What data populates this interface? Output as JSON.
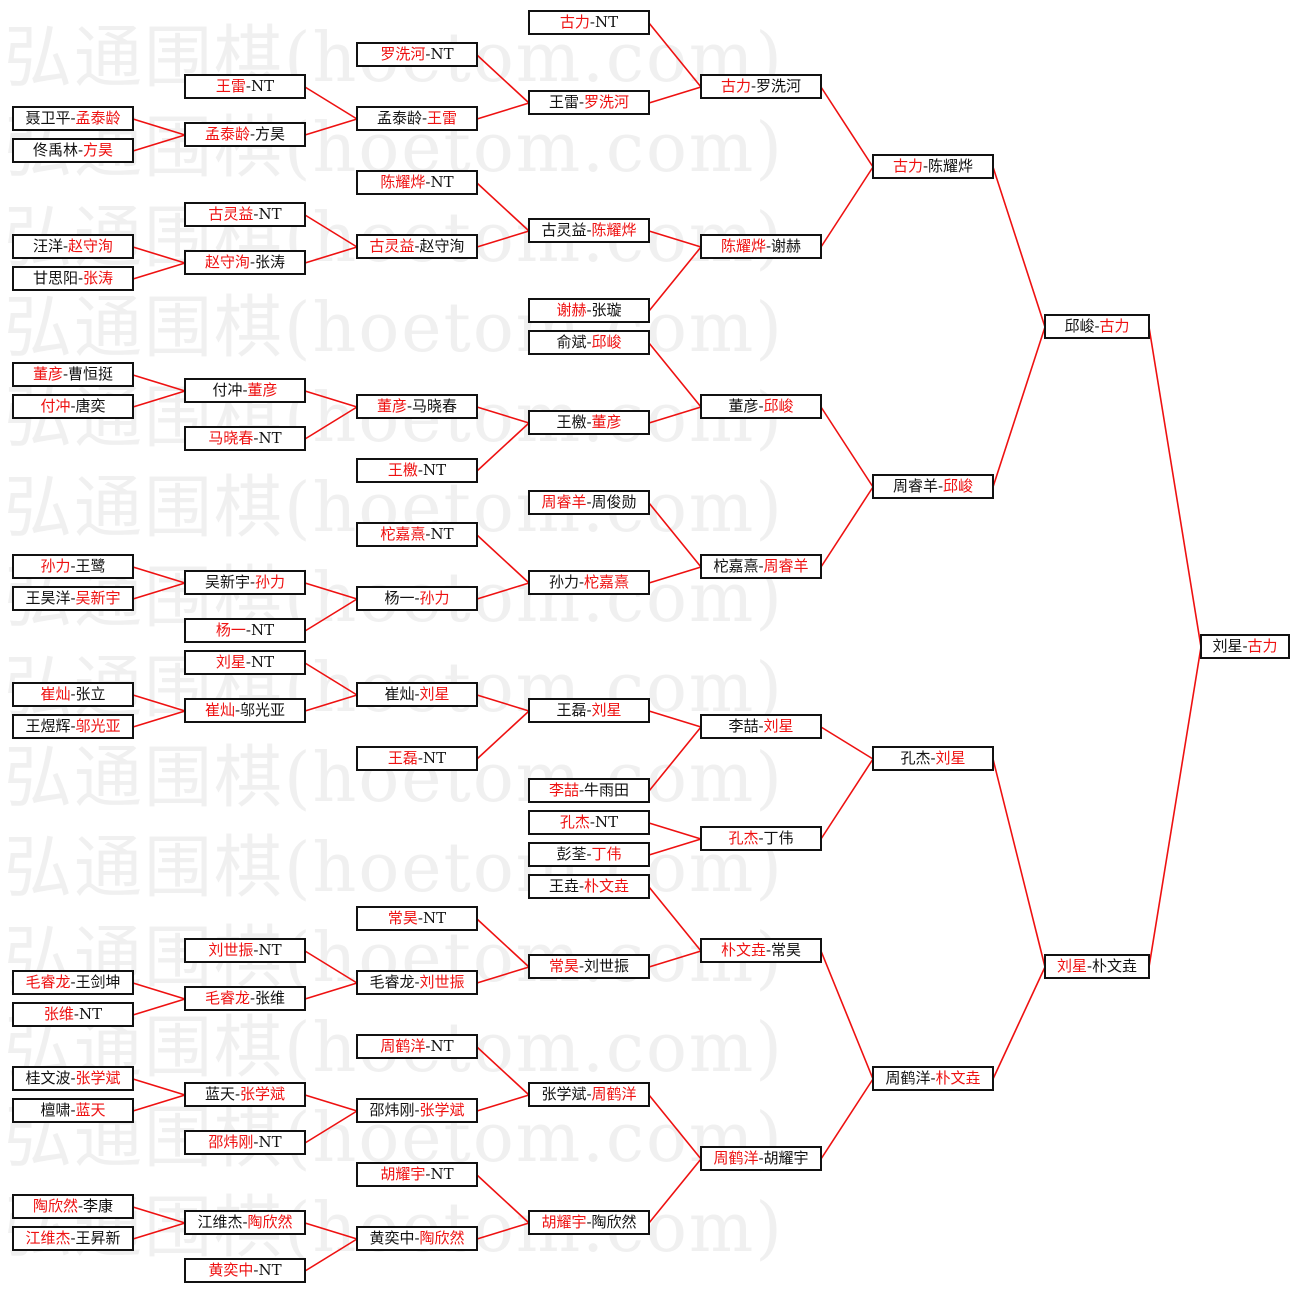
{
  "watermark": "弘通围棋(hoetom.com)",
  "colors": {
    "winner": "#ee1111",
    "text": "#111111",
    "line": "#ee1111"
  },
  "matches": [
    {
      "id": "c1_1",
      "a": "聂卫平",
      "b": "孟泰龄",
      "w": "b"
    },
    {
      "id": "c1_2",
      "a": "佟禹林",
      "b": "方昊",
      "w": "b"
    },
    {
      "id": "c1_3",
      "a": "汪洋",
      "b": "赵守洵",
      "w": "b"
    },
    {
      "id": "c1_4",
      "a": "甘思阳",
      "b": "张涛",
      "w": "b"
    },
    {
      "id": "c1_5",
      "a": "董彦",
      "b": "曹恒挺",
      "w": "a"
    },
    {
      "id": "c1_6",
      "a": "付冲",
      "b": "唐奕",
      "w": "a"
    },
    {
      "id": "c1_7",
      "a": "孙力",
      "b": "王鹭",
      "w": "a"
    },
    {
      "id": "c1_8",
      "a": "王昊洋",
      "b": "吴新宇",
      "w": "b"
    },
    {
      "id": "c1_9",
      "a": "崔灿",
      "b": "张立",
      "w": "a"
    },
    {
      "id": "c1_10",
      "a": "王煜辉",
      "b": "邬光亚",
      "w": "b"
    },
    {
      "id": "c1_11",
      "a": "毛睿龙",
      "b": "王剑坤",
      "w": "a"
    },
    {
      "id": "c1_12",
      "a": "张维",
      "b": "NT",
      "w": "a"
    },
    {
      "id": "c1_13",
      "a": "桂文波",
      "b": "张学斌",
      "w": "b"
    },
    {
      "id": "c1_14",
      "a": "檀啸",
      "b": "蓝天",
      "w": "b"
    },
    {
      "id": "c1_15",
      "a": "陶欣然",
      "b": "李康",
      "w": "a"
    },
    {
      "id": "c1_16",
      "a": "江维杰",
      "b": "王昇新",
      "w": "a"
    },
    {
      "id": "c2_1",
      "a": "王雷",
      "b": "NT",
      "w": "a"
    },
    {
      "id": "c2_2",
      "a": "孟泰龄",
      "b": "方昊",
      "w": "a"
    },
    {
      "id": "c2_3",
      "a": "古灵益",
      "b": "NT",
      "w": "a"
    },
    {
      "id": "c2_4",
      "a": "赵守洵",
      "b": "张涛",
      "w": "a"
    },
    {
      "id": "c2_5",
      "a": "付冲",
      "b": "董彦",
      "w": "b"
    },
    {
      "id": "c2_6",
      "a": "马晓春",
      "b": "NT",
      "w": "a"
    },
    {
      "id": "c2_7",
      "a": "吴新宇",
      "b": "孙力",
      "w": "b"
    },
    {
      "id": "c2_8",
      "a": "杨一",
      "b": "NT",
      "w": "a"
    },
    {
      "id": "c2_9",
      "a": "刘星",
      "b": "NT",
      "w": "a"
    },
    {
      "id": "c2_10",
      "a": "崔灿",
      "b": "邬光亚",
      "w": "a"
    },
    {
      "id": "c2_11",
      "a": "刘世振",
      "b": "NT",
      "w": "a"
    },
    {
      "id": "c2_12",
      "a": "毛睿龙",
      "b": "张维",
      "w": "a"
    },
    {
      "id": "c2_13",
      "a": "蓝天",
      "b": "张学斌",
      "w": "b"
    },
    {
      "id": "c2_14",
      "a": "邵炜刚",
      "b": "NT",
      "w": "a"
    },
    {
      "id": "c2_15",
      "a": "江维杰",
      "b": "陶欣然",
      "w": "b"
    },
    {
      "id": "c2_16",
      "a": "黄奕中",
      "b": "NT",
      "w": "a"
    },
    {
      "id": "c3_1",
      "a": "罗洗河",
      "b": "NT",
      "w": "a"
    },
    {
      "id": "c3_2",
      "a": "孟泰龄",
      "b": "王雷",
      "w": "b"
    },
    {
      "id": "c3_3",
      "a": "陈耀烨",
      "b": "NT",
      "w": "a"
    },
    {
      "id": "c3_4",
      "a": "古灵益",
      "b": "赵守洵",
      "w": "a"
    },
    {
      "id": "c3_5",
      "a": "董彦",
      "b": "马晓春",
      "w": "a"
    },
    {
      "id": "c3_6",
      "a": "王檄",
      "b": "NT",
      "w": "a"
    },
    {
      "id": "c3_7",
      "a": "柁嘉熹",
      "b": "NT",
      "w": "a"
    },
    {
      "id": "c3_8",
      "a": "杨一",
      "b": "孙力",
      "w": "b"
    },
    {
      "id": "c3_9",
      "a": "崔灿",
      "b": "刘星",
      "w": "b"
    },
    {
      "id": "c3_10",
      "a": "王磊",
      "b": "NT",
      "w": "a"
    },
    {
      "id": "c3_11",
      "a": "常昊",
      "b": "NT",
      "w": "a"
    },
    {
      "id": "c3_12",
      "a": "毛睿龙",
      "b": "刘世振",
      "w": "b"
    },
    {
      "id": "c3_13",
      "a": "周鹤洋",
      "b": "NT",
      "w": "a"
    },
    {
      "id": "c3_14",
      "a": "邵炜刚",
      "b": "张学斌",
      "w": "b"
    },
    {
      "id": "c3_15",
      "a": "胡耀宇",
      "b": "NT",
      "w": "a"
    },
    {
      "id": "c3_16",
      "a": "黄奕中",
      "b": "陶欣然",
      "w": "b"
    },
    {
      "id": "c4_1",
      "a": "古力",
      "b": "NT",
      "w": "a"
    },
    {
      "id": "c4_2",
      "a": "王雷",
      "b": "罗洗河",
      "w": "b"
    },
    {
      "id": "c4_3",
      "a": "古灵益",
      "b": "陈耀烨",
      "w": "b"
    },
    {
      "id": "c4_4",
      "a": "谢赫",
      "b": "张璇",
      "w": "a"
    },
    {
      "id": "c4_5",
      "a": "俞斌",
      "b": "邱峻",
      "w": "b"
    },
    {
      "id": "c4_6",
      "a": "王檄",
      "b": "董彦",
      "w": "b"
    },
    {
      "id": "c4_7",
      "a": "周睿羊",
      "b": "周俊勋",
      "w": "a"
    },
    {
      "id": "c4_8",
      "a": "孙力",
      "b": "柁嘉熹",
      "w": "b"
    },
    {
      "id": "c4_9",
      "a": "王磊",
      "b": "刘星",
      "w": "b"
    },
    {
      "id": "c4_10",
      "a": "李喆",
      "b": "牛雨田",
      "w": "a"
    },
    {
      "id": "c4_11",
      "a": "孔杰",
      "b": "NT",
      "w": "a"
    },
    {
      "id": "c4_12",
      "a": "彭荃",
      "b": "丁伟",
      "w": "b"
    },
    {
      "id": "c4_13",
      "a": "王垚",
      "b": "朴文垚",
      "w": "b"
    },
    {
      "id": "c4_14",
      "a": "常昊",
      "b": "刘世振",
      "w": "a"
    },
    {
      "id": "c4_15",
      "a": "张学斌",
      "b": "周鹤洋",
      "w": "b"
    },
    {
      "id": "c4_16",
      "a": "胡耀宇",
      "b": "陶欣然",
      "w": "a"
    },
    {
      "id": "c5_1",
      "a": "古力",
      "b": "罗洗河",
      "w": "a"
    },
    {
      "id": "c5_2",
      "a": "陈耀烨",
      "b": "谢赫",
      "w": "a"
    },
    {
      "id": "c5_3",
      "a": "董彦",
      "b": "邱峻",
      "w": "b"
    },
    {
      "id": "c5_4",
      "a": "柁嘉熹",
      "b": "周睿羊",
      "w": "b"
    },
    {
      "id": "c5_5",
      "a": "李喆",
      "b": "刘星",
      "w": "b"
    },
    {
      "id": "c5_6",
      "a": "孔杰",
      "b": "丁伟",
      "w": "a"
    },
    {
      "id": "c5_7",
      "a": "朴文垚",
      "b": "常昊",
      "w": "a"
    },
    {
      "id": "c5_8",
      "a": "周鹤洋",
      "b": "胡耀宇",
      "w": "a"
    },
    {
      "id": "c6_1",
      "a": "古力",
      "b": "陈耀烨",
      "w": "a"
    },
    {
      "id": "c6_2",
      "a": "周睿羊",
      "b": "邱峻",
      "w": "b"
    },
    {
      "id": "c6_3",
      "a": "孔杰",
      "b": "刘星",
      "w": "b"
    },
    {
      "id": "c6_4",
      "a": "周鹤洋",
      "b": "朴文垚",
      "w": "b"
    },
    {
      "id": "c7_1",
      "a": "邱峻",
      "b": "古力",
      "w": "b"
    },
    {
      "id": "c7_2",
      "a": "刘星",
      "b": "朴文垚",
      "w": "a"
    },
    {
      "id": "c8_1",
      "a": "刘星",
      "b": "古力",
      "w": "b"
    }
  ]
}
